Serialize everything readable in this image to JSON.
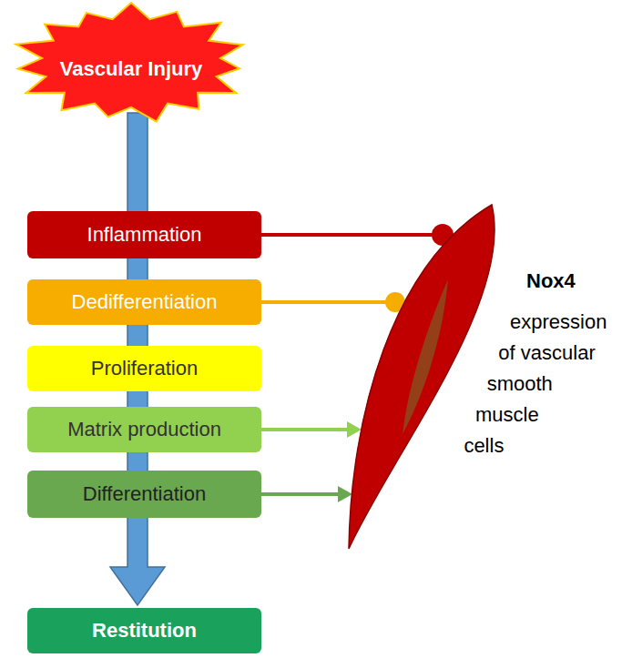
{
  "diagram": {
    "nodes": [
      {
        "text": [
          "Vascular Injury"
        ]
      },
      {
        "text": [
          "Inflammation"
        ]
      },
      {
        "text": [
          "Dedifferentiation"
        ]
      },
      {
        "text": [
          "Proliferation"
        ]
      },
      {
        "text": [
          "Matrix production"
        ]
      },
      {
        "text": [
          "Differentiation"
        ]
      },
      {
        "text": [
          "Restitution"
        ]
      },
      {
        "text": [
          "Nox4",
          "expression of vascular smooth muscle cells"
        ]
      }
    ],
    "edges": [
      {
        "from": 0,
        "to": 6,
        "arrow": "to"
      },
      {
        "from": 1,
        "to": 7,
        "arrow": "to"
      },
      {
        "from": 2,
        "to": 7,
        "arrow": "to"
      },
      {
        "from": 4,
        "to": 7,
        "arrow": "to"
      },
      {
        "from": 5,
        "to": 7,
        "arrow": "to"
      }
    ]
  }
}
